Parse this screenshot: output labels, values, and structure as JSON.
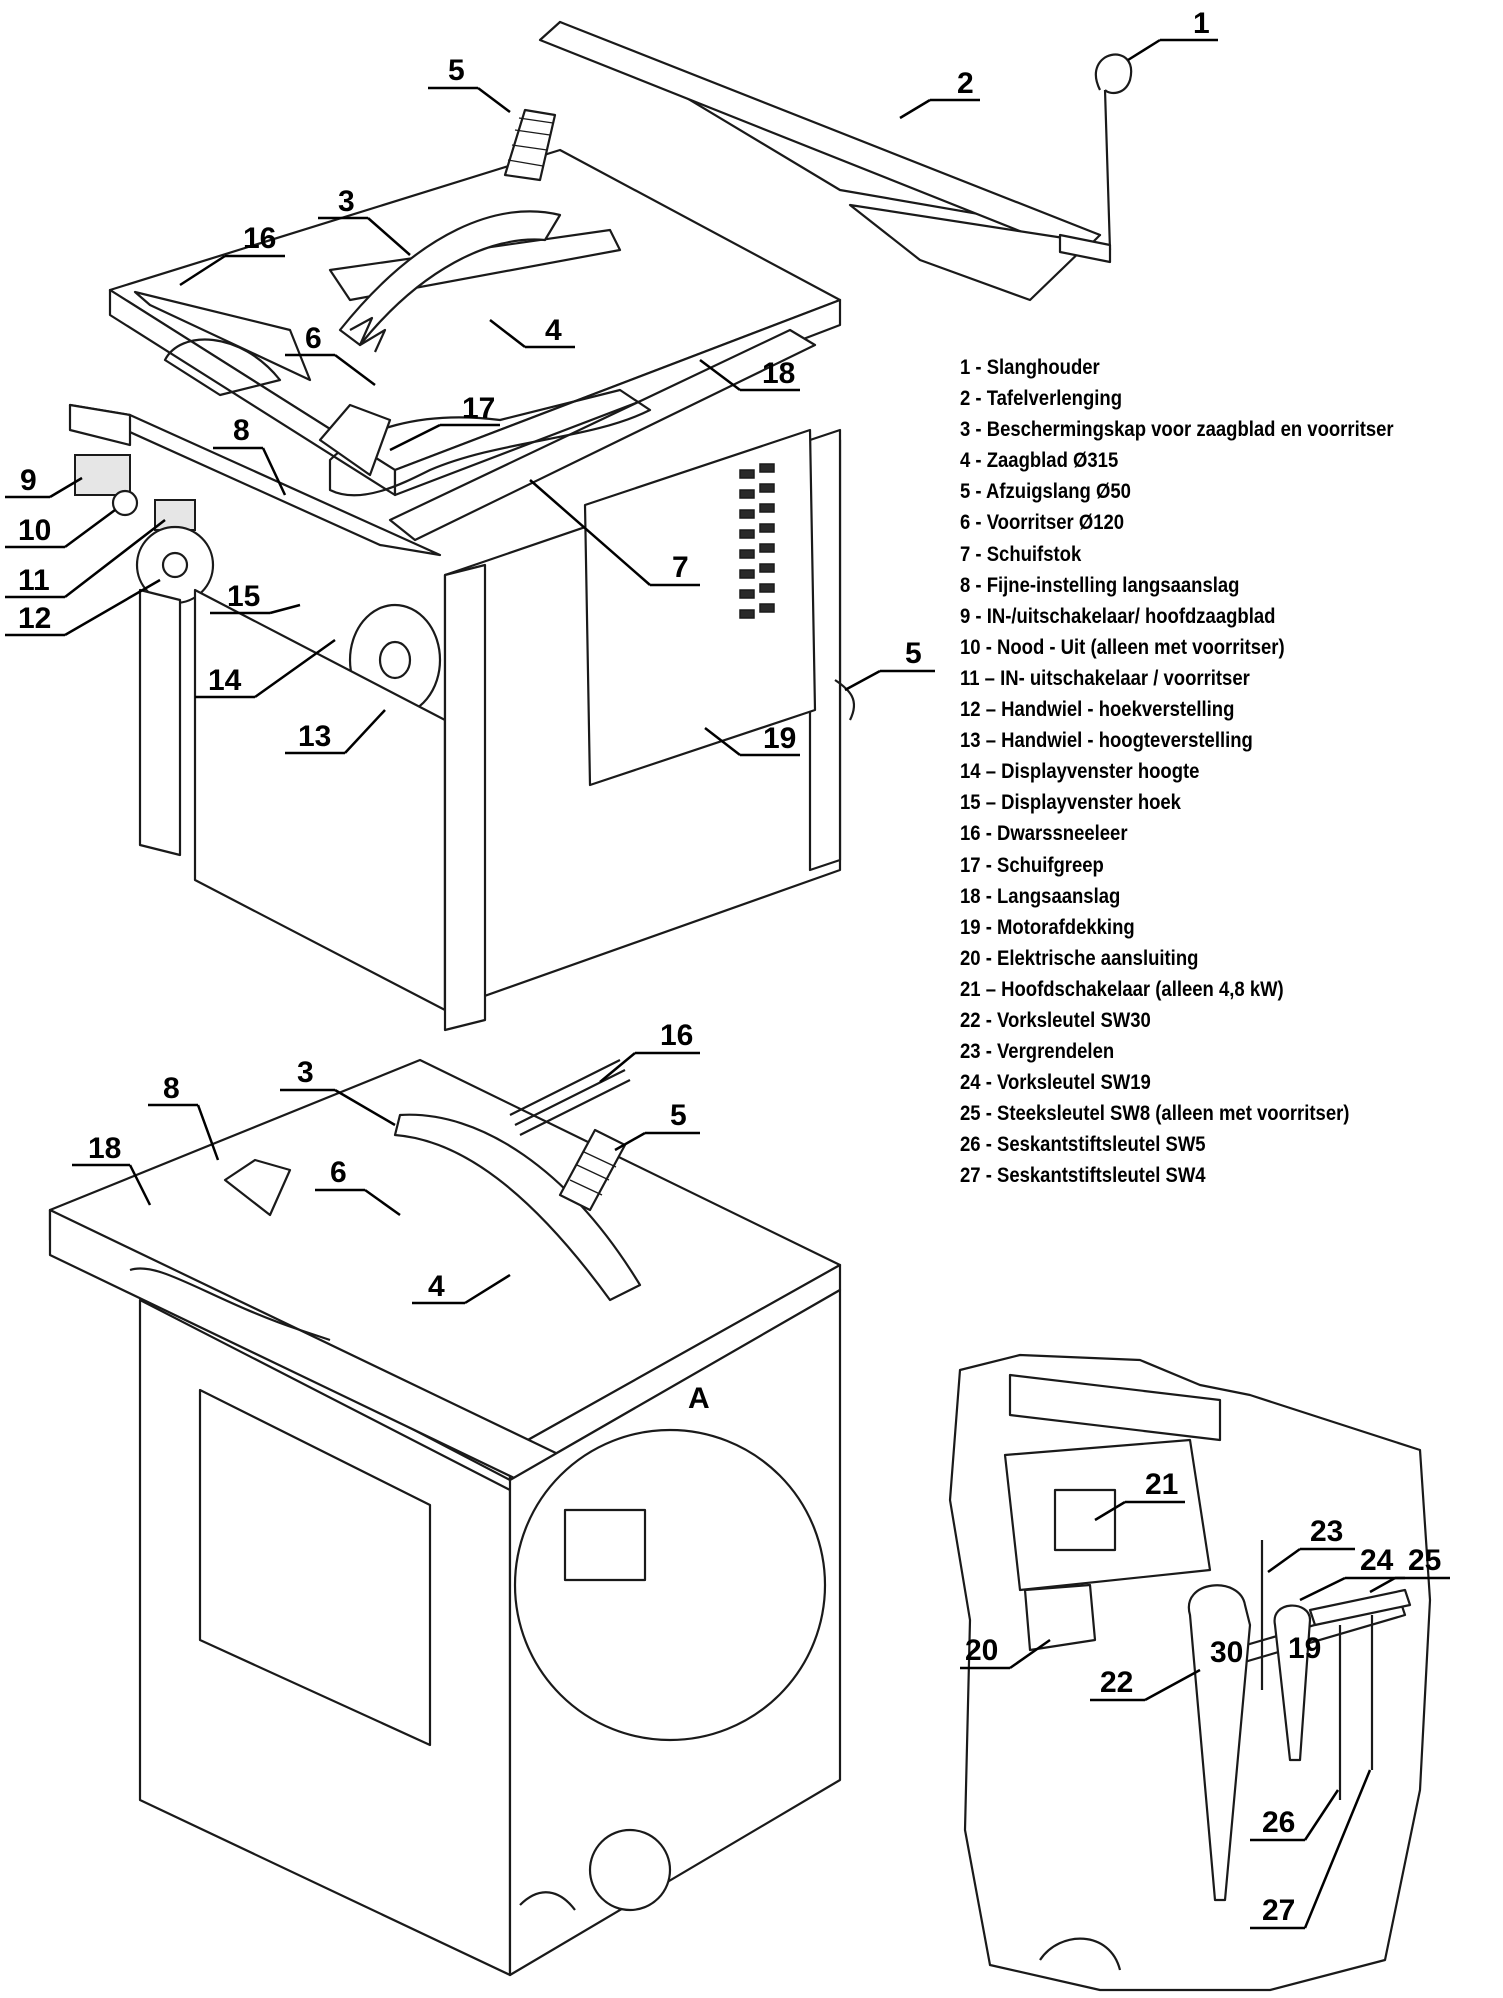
{
  "legend": {
    "items": [
      "1  - Slanghouder",
      "2  - Tafelverlenging",
      "3  - Beschermingskap voor zaagblad en voorritser",
      "4  - Zaagblad Ø315",
      "5  - Afzuigslang Ø50",
      "6  - Voorritser Ø120",
      "7  - Schuifstok",
      "8  - Fijne-instelling langsaanslag",
      "9  - IN-/uitschakelaar/ hoofdzaagblad",
      "10 - Nood - Uit (alleen met voorritser)",
      "11 – IN- uitschakelaar / voorritser",
      "12 – Handwiel - hoekverstelling",
      "13 – Handwiel - hoogteverstelling",
      "14 – Displayvenster hoogte",
      "15 – Displayvenster hoek",
      "16 - Dwarssneeleer",
      "17 - Schuifgreep",
      "18 - Langsaanslag",
      "19 - Motorafdekking",
      "20 - Elektrische aansluiting",
      "21 – Hoofdschakelaar (alleen 4,8 kW)",
      "22 - Vorksleutel SW30",
      "23 - Vergrendelen",
      "24 - Vorksleutel SW19",
      "25 - Steeksleutel SW8 (alleen met voorritser)",
      "26 - Seskantstiftsleutel SW5",
      "27 - Seskantstiftsleutel SW4"
    ]
  },
  "callouts": {
    "top": [
      "1",
      "2",
      "3",
      "4",
      "5",
      "5",
      "6",
      "7",
      "8",
      "9",
      "10",
      "11",
      "12",
      "13",
      "14",
      "15",
      "16",
      "17",
      "18",
      "19"
    ],
    "bottom": [
      "3",
      "4",
      "5",
      "6",
      "8",
      "16",
      "18"
    ],
    "detail": [
      "20",
      "21",
      "22",
      "23",
      "24",
      "25",
      "26",
      "27"
    ]
  },
  "parts": {
    "wrench_30_marking": "30",
    "wrench_19_marking": "19",
    "table_marking": "A"
  }
}
